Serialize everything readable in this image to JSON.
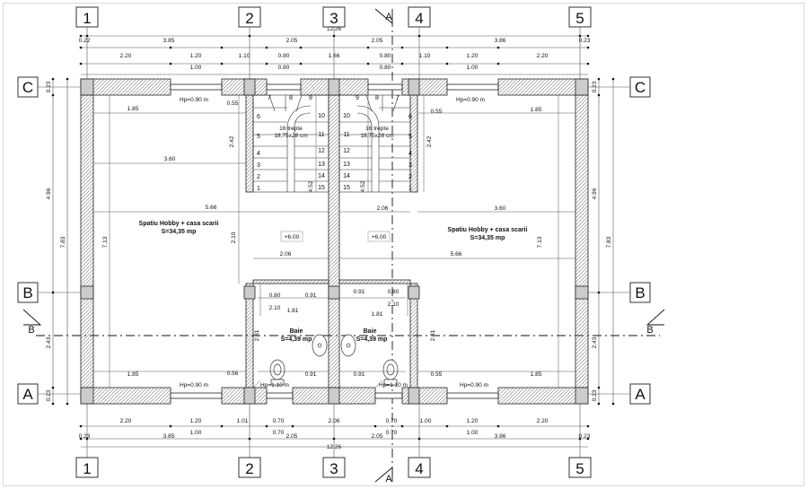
{
  "grid": {
    "columns": [
      "1",
      "2",
      "3",
      "4",
      "5"
    ],
    "rows": [
      "C",
      "B",
      "A"
    ]
  },
  "section_marks": {
    "a": "A",
    "b": "B"
  },
  "dims": {
    "top": {
      "total": "12.26",
      "row1": [
        "0.22",
        "3.85",
        "2.05",
        "2.05",
        "3.86",
        "0.23"
      ],
      "row2": [
        "2.20",
        "1.20",
        "1.10",
        "0.80",
        "1.66",
        "0.80",
        "1.10",
        "1.20",
        "2.20"
      ],
      "row3": [
        "1.00",
        "0.80",
        "0.80",
        "1.00"
      ]
    },
    "bottom": {
      "total": "12.26",
      "row1": [
        "2.20",
        "1.20",
        "1.01",
        "0.70",
        "2.06",
        "0.70",
        "1.00",
        "1.20",
        "2.20"
      ],
      "row2": [
        "1.00",
        "0.70",
        "0.70",
        "1.00"
      ],
      "row3": [
        "0.23",
        "3.85",
        "2.05",
        "2.05",
        "3.86",
        "0.23"
      ]
    },
    "left": {
      "a": "0.23",
      "b": "4.96",
      "c": "7.83",
      "d": "2.43",
      "e": "0.23"
    },
    "right": {
      "a": "0.23",
      "b": "4.96",
      "c": "7.83",
      "d": "2.43",
      "e": "0.23"
    },
    "inner": {
      "hp_top_left": "Hp=0.90 m",
      "hp_top_right": "Hp=0.90 m",
      "hp_bot_left": "Hp=0.90 m",
      "hp_bot_right": "Hp=0.90 m",
      "hp_bot_mid1": "Hp=1.10 m",
      "hp_bot_mid2": "Hp=1.10 m",
      "d185_tl": "1.85",
      "d185_tr": "1.85",
      "d185_bl": "1.85",
      "d185_br": "1.85",
      "d055_l": "0.55",
      "d055_r": "0.55",
      "d056_l": "0.56",
      "d055_br": "0.55",
      "d242_l": "2.42",
      "d242_r": "2.42",
      "d360_l": "3.60",
      "d360_r": "3.60",
      "d566_l": "5.66",
      "d566_r": "5.66",
      "d713_l": "7.13",
      "d713_r": "7.13",
      "d452_l": "4.52",
      "d452_r": "4.52",
      "d206_a": "2.06",
      "d206_b": "2.06",
      "d210_l": "2.10",
      "d210_bl": "2.10",
      "d210_br": "2.10",
      "d080_l": "0.80",
      "d080_r": "0.80",
      "d091_l": "0.91",
      "d091_r": "0.91",
      "d091_bl": "0.91",
      "d091_br": "0.91",
      "d181_l": "1.81",
      "d181_r": "1.81",
      "d281_l": "2.81",
      "d281_r": "2.81",
      "level_l": "+6.00",
      "level_r": "+6.00"
    }
  },
  "rooms": {
    "hobby_left": {
      "name": "Spatiu Hobby + casa scarii",
      "area": "S=34,35 mp"
    },
    "hobby_right": {
      "name": "Spatiu Hobby + casa scarii",
      "area": "S=34,35 mp"
    },
    "bath_left": {
      "name": "Baie",
      "area": "S=4,39 mp"
    },
    "bath_right": {
      "name": "Baie",
      "area": "S=4,39 mp"
    }
  },
  "stairs": {
    "left": {
      "label1": "16 trepte",
      "label2": "18,75x28 cm",
      "steps_top": [
        "7",
        "8",
        "9"
      ],
      "steps_left": [
        "6",
        "5",
        "4",
        "3",
        "2",
        "1"
      ],
      "steps_right": [
        "10",
        "11",
        "12",
        "13",
        "14",
        "15"
      ]
    },
    "right": {
      "label1": "16 trepte",
      "label2": "18,75x28 cm",
      "steps_top": [
        "9",
        "8",
        "7"
      ],
      "steps_left": [
        "10",
        "11",
        "12",
        "13",
        "14",
        "15"
      ],
      "steps_right": [
        "6",
        "5",
        "4",
        "3",
        "2",
        "1"
      ]
    }
  }
}
